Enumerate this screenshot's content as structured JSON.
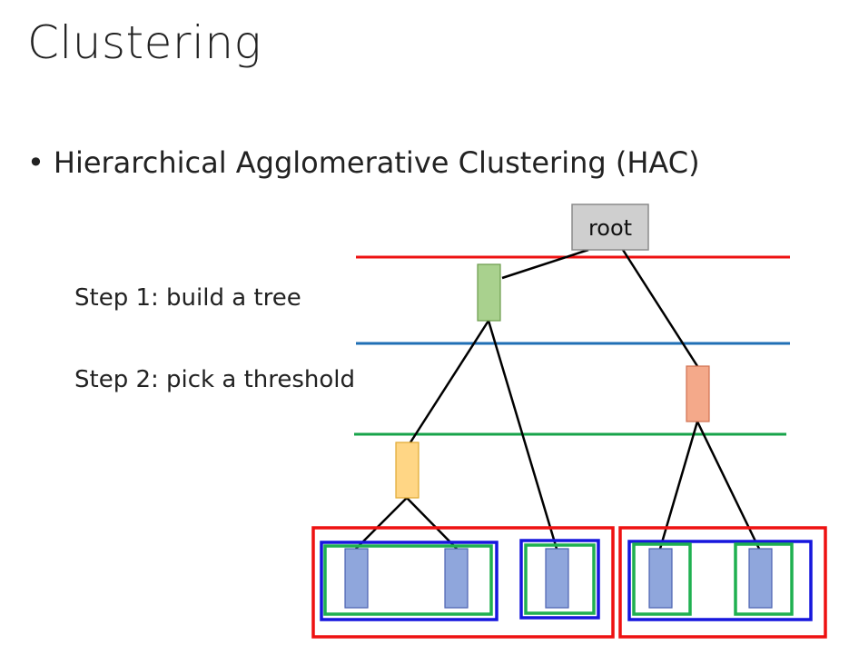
{
  "title": "Clustering",
  "bullet": "Hierarchical Agglomerative Clustering (HAC)",
  "steps": [
    "Step 1: build a tree",
    "Step 2: pick a threshold"
  ],
  "tree": {
    "root_label": "root",
    "colors": {
      "red": "#ee1111",
      "blue": "#1f6fb5",
      "green": "#17a34a",
      "root_fill": "#cfcfcf",
      "node_green": "#a9d18e",
      "node_orange": "#f4a98a",
      "node_yellow": "#ffd685",
      "leaf": "#8fa6dc",
      "box_blue": "#1616dd",
      "box_green": "#1fb050",
      "box_red": "#ee1111"
    }
  }
}
